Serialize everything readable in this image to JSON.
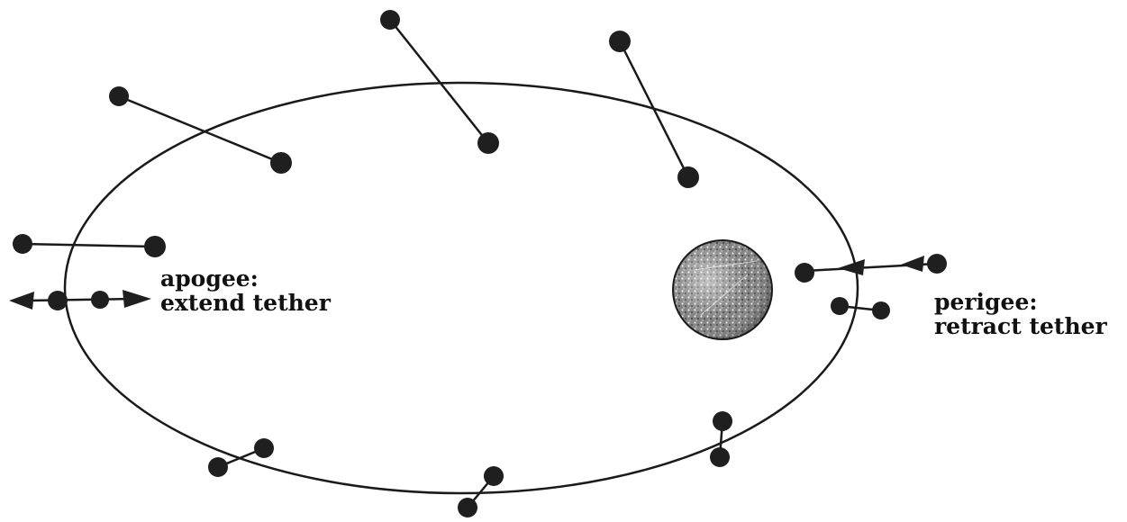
{
  "labels": {
    "apogee_title": "apogee:",
    "apogee_action": "extend tether",
    "perigee_title": "perigee:",
    "perigee_action": "retract tether"
  }
}
